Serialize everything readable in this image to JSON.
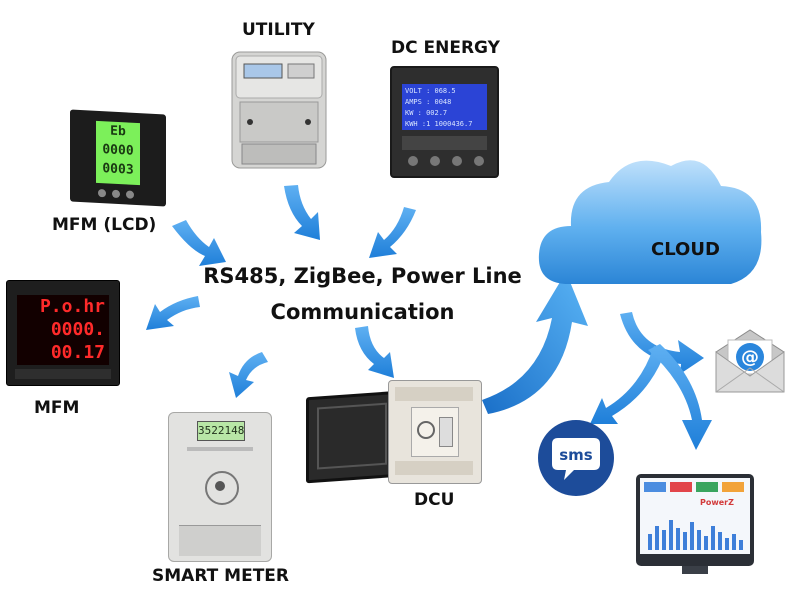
{
  "labels": {
    "utility": "UTILITY",
    "dc_energy": "DC ENERGY",
    "mfm_lcd": "MFM (LCD)",
    "mfm": "MFM",
    "smart_meter": "SMART METER",
    "dcu": "DCU",
    "cloud": "CLOUD"
  },
  "center": {
    "line1": "RS485, ZigBee, Power Line",
    "line2": "Communication"
  },
  "devices": {
    "mfm_lcd_display": [
      "Eb",
      "0000",
      "0003"
    ],
    "mfm_display": [
      "P.o.hr",
      "0000.",
      "00.17"
    ],
    "dc_energy_rows": [
      "VOLT  :    068.5",
      "AMPS  :    0048",
      "KW    :    002.7",
      "KWH  :1 1000436.7"
    ],
    "smart_meter_display": "3522148",
    "sms_text": "sms",
    "dashboard_brand": "PowerZ"
  },
  "colors": {
    "arrow": "#2d8fe6",
    "cloud": "#4aa3e8",
    "lcd_green": "#7cf05a",
    "red_led": "#ff2a2a",
    "lcd_blue": "#2b44d6"
  }
}
